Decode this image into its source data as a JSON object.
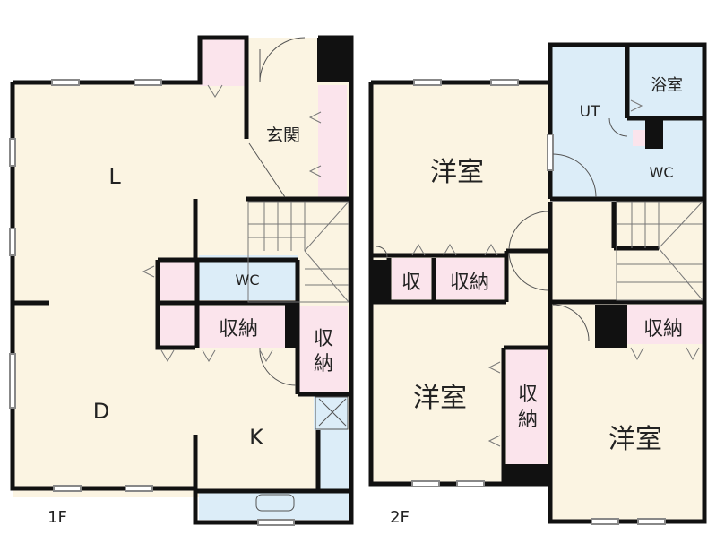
{
  "colors": {
    "living": "#fbf4e2",
    "wet": "#dcedf8",
    "storage": "#fbe4ec",
    "wall": "#111111",
    "door": "#555555"
  },
  "floor1": {
    "label": "1F",
    "rooms": {
      "living": "L",
      "entrance": "玄関",
      "wc": "WC",
      "storage_a": "収納",
      "storage_b_line1": "収",
      "storage_b_line2": "納",
      "dining": "D",
      "kitchen": "K"
    }
  },
  "floor2": {
    "label": "2F",
    "rooms": {
      "western_1": "洋室",
      "ut": "UT",
      "bath": "浴室",
      "wc": "WC",
      "storage_small": "収",
      "storage_a": "収納",
      "western_2": "洋室",
      "storage_b_line1": "収",
      "storage_b_line2": "納",
      "storage_c": "収納",
      "western_3": "洋室"
    }
  }
}
